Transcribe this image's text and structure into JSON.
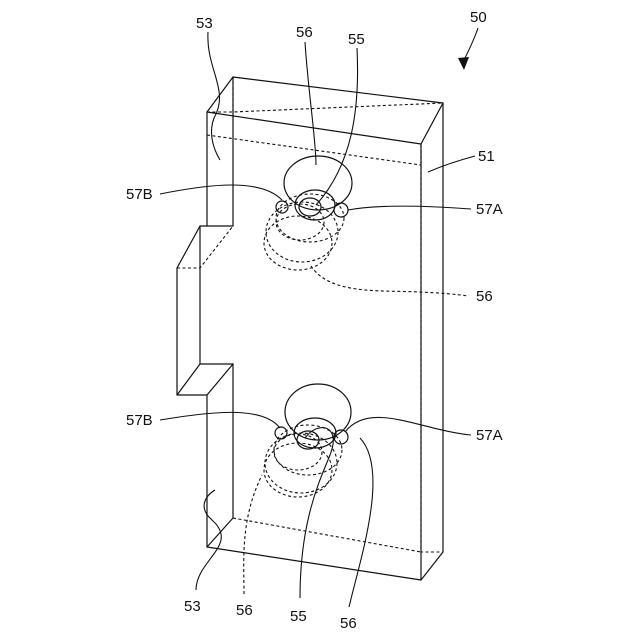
{
  "labels": {
    "assembly": "50",
    "body": "51",
    "notch_top": "53",
    "notch_bottom": "53",
    "hole_top_56": "56",
    "hole_top_55": "55",
    "hole_top_57B": "57B",
    "hole_top_57A": "57A",
    "hole_top_56_hidden": "56",
    "hole_bottom_57B": "57B",
    "hole_bottom_57A": "57A",
    "hole_bottom_56_left": "56",
    "hole_bottom_55": "55",
    "hole_bottom_56_right": "56"
  },
  "colors": {
    "line": "#111111",
    "background": "#ffffff"
  }
}
